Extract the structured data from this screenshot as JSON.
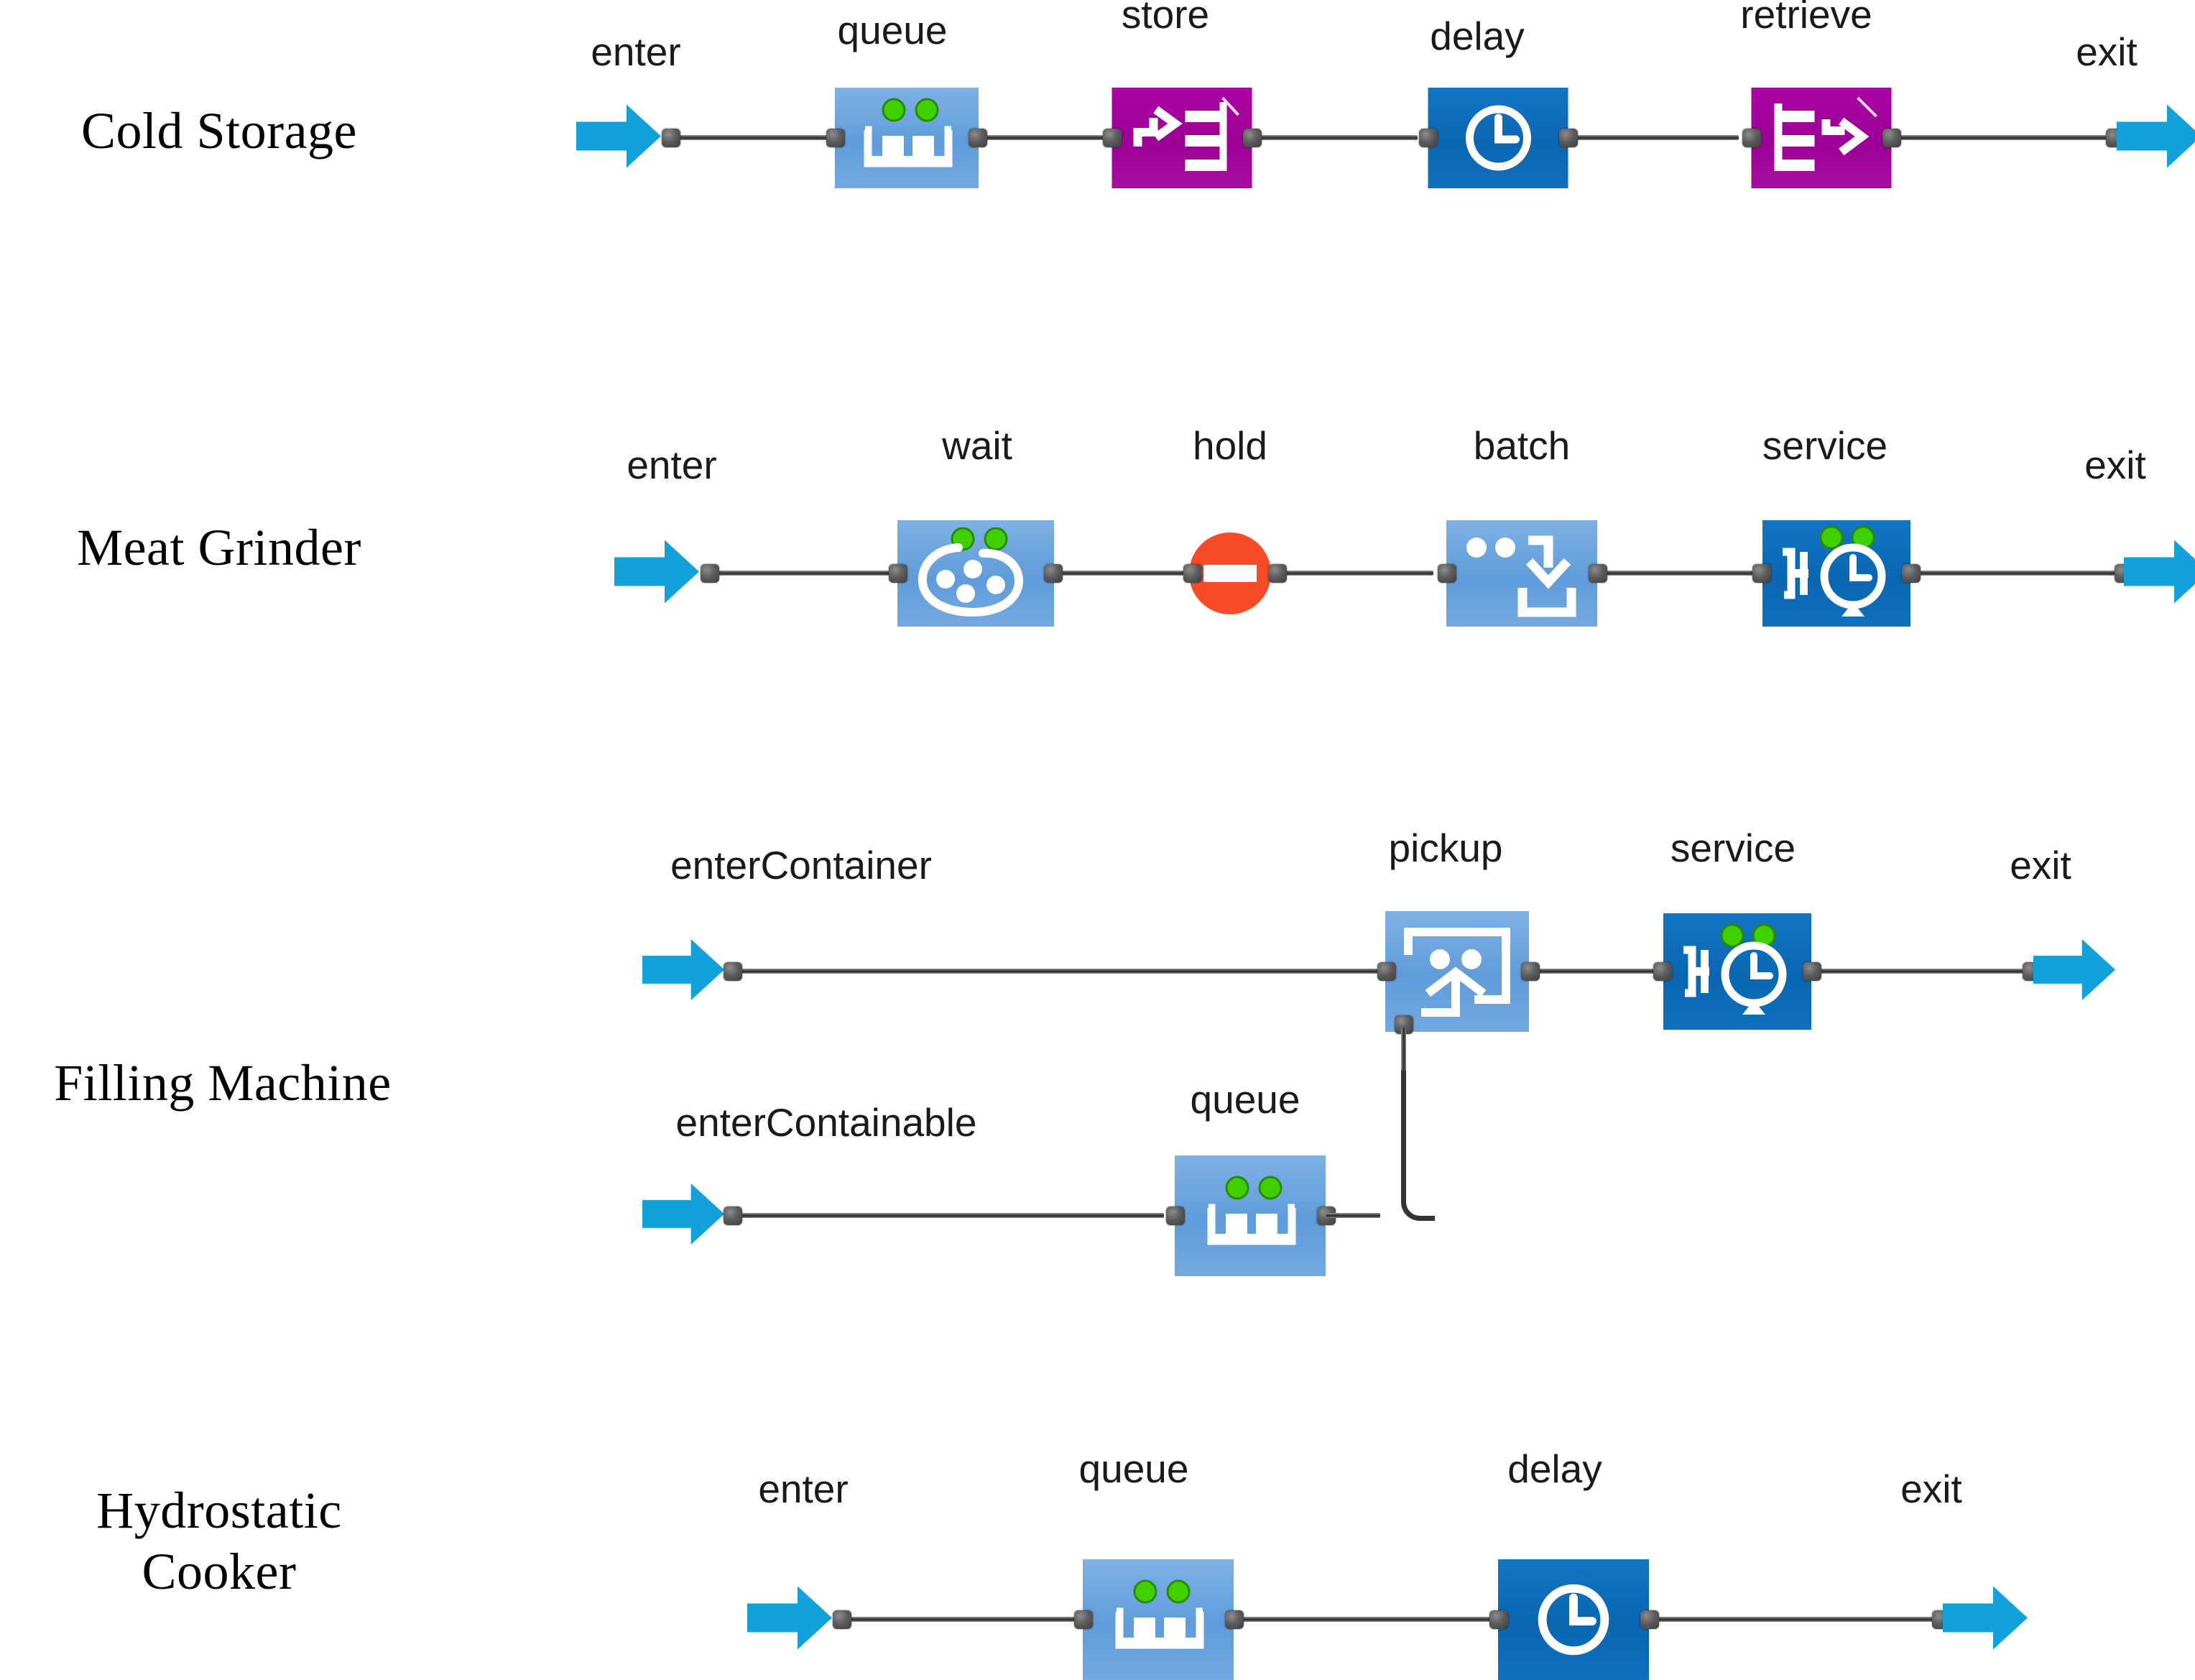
{
  "diagram": {
    "type": "process-flowchart",
    "background": "#ffffff",
    "palette": {
      "light_blue_block": "#63a0de",
      "dark_blue_block": "#0a68b4",
      "purple_block": "#a3009c",
      "hold_red": "#fa4b28",
      "flow_arrow_blue": "#13a1dc",
      "port_gray": "#4e4e4e",
      "wire_gray": "#333333",
      "lamp_green": "#3fd000",
      "label_text": "#1a1a1a",
      "title_text": "#000000"
    },
    "rows": [
      {
        "id": "cold-storage",
        "title": "Cold Storage",
        "nodes": [
          {
            "label": "enter",
            "icon": "flow-arrow-right-icon",
            "kind": "arrow"
          },
          {
            "label": "queue",
            "icon": "queue-icon",
            "kind": "block",
            "color": "light_blue",
            "lamps": 2
          },
          {
            "label": "store",
            "icon": "store-icon",
            "kind": "block",
            "color": "purple",
            "lamps": 0
          },
          {
            "label": "delay",
            "icon": "clock-icon",
            "kind": "block",
            "color": "dark_blue",
            "lamps": 0
          },
          {
            "label": "retrieve",
            "icon": "retrieve-icon",
            "kind": "block",
            "color": "purple",
            "lamps": 0
          },
          {
            "label": "exit",
            "icon": "flow-arrow-right-icon",
            "kind": "arrow"
          }
        ]
      },
      {
        "id": "meat-grinder",
        "title": "Meat Grinder",
        "nodes": [
          {
            "label": "enter",
            "icon": "flow-arrow-right-icon",
            "kind": "arrow"
          },
          {
            "label": "wait",
            "icon": "wait-icon",
            "kind": "block",
            "color": "light_blue",
            "lamps": 2
          },
          {
            "label": "hold",
            "icon": "hold-icon",
            "kind": "circle",
            "color": "red",
            "lamps": 0
          },
          {
            "label": "batch",
            "icon": "batch-icon",
            "kind": "block",
            "color": "light_blue",
            "lamps": 0
          },
          {
            "label": "service",
            "icon": "service-icon",
            "kind": "block",
            "color": "dark_blue",
            "lamps": 2
          },
          {
            "label": "exit",
            "icon": "flow-arrow-right-icon",
            "kind": "arrow"
          }
        ]
      },
      {
        "id": "filling-machine",
        "title": "Filling Machine",
        "branches": [
          {
            "id": "container-line",
            "nodes": [
              {
                "label": "enterContainer",
                "icon": "flow-arrow-right-icon",
                "kind": "arrow"
              },
              {
                "label": "pickup",
                "icon": "pickup-icon",
                "kind": "block",
                "color": "light_blue",
                "lamps": 0
              },
              {
                "label": "service",
                "icon": "service-icon",
                "kind": "block",
                "color": "dark_blue",
                "lamps": 2
              },
              {
                "label": "exit",
                "icon": "flow-arrow-right-icon",
                "kind": "arrow"
              }
            ]
          },
          {
            "id": "containable-line",
            "nodes": [
              {
                "label": "enterContainable",
                "icon": "flow-arrow-right-icon",
                "kind": "arrow"
              },
              {
                "label": "queue",
                "icon": "queue-icon",
                "kind": "block",
                "color": "light_blue",
                "lamps": 2
              }
            ]
          }
        ],
        "cross_connection": {
          "from": "queue",
          "to": "pickup",
          "style": "elbow"
        }
      },
      {
        "id": "hydrostatic-cooker",
        "title": "Hydrostatic\nCooker",
        "nodes": [
          {
            "label": "enter",
            "icon": "flow-arrow-right-icon",
            "kind": "arrow"
          },
          {
            "label": "queue",
            "icon": "queue-icon",
            "kind": "block",
            "color": "light_blue",
            "lamps": 2
          },
          {
            "label": "delay",
            "icon": "clock-icon",
            "kind": "block",
            "color": "dark_blue",
            "lamps": 0
          },
          {
            "label": "exit",
            "icon": "flow-arrow-right-icon",
            "kind": "arrow"
          }
        ]
      }
    ]
  }
}
